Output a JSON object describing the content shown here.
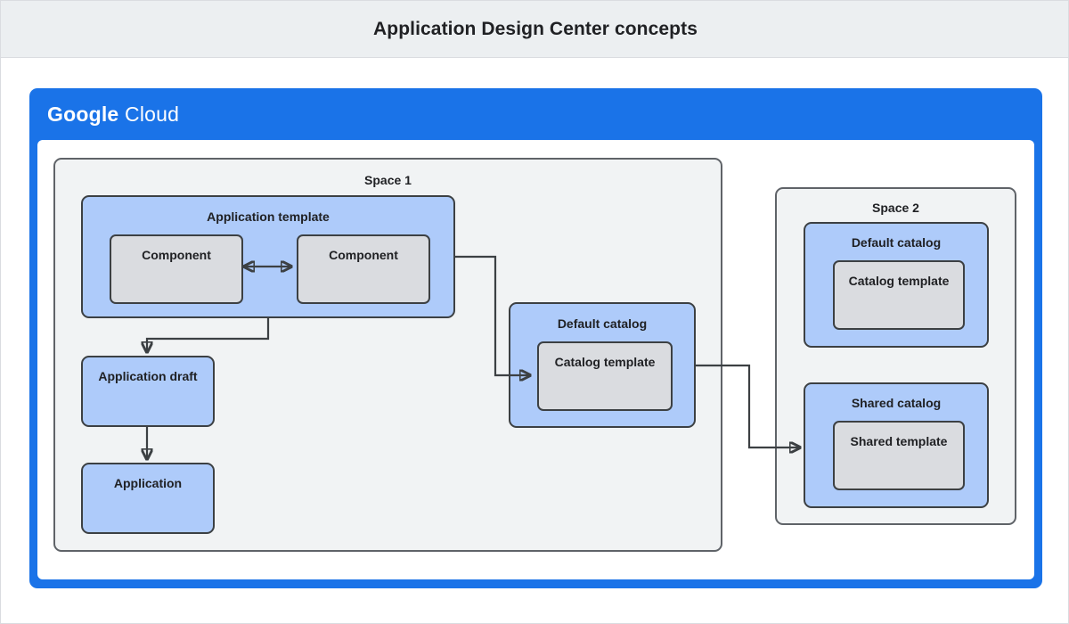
{
  "title_bar": {
    "title": "Application Design Center concepts"
  },
  "cloud_frame": {
    "logo_primary": "Google",
    "logo_secondary": "Cloud"
  },
  "colors": {
    "title_bar_bg": "#eceff1",
    "cloud_blue": "#1a73e8",
    "space_bg": "#f1f3f4",
    "blue_box": "#aecbfa",
    "grey_box": "#dadce0",
    "stroke": "#3c4043",
    "space_stroke": "#5f6368",
    "text": "#202124"
  },
  "space_1": {
    "label": "Space 1",
    "application_template": {
      "label": "Application template",
      "component_a": "Component",
      "component_b": "Component"
    },
    "application_draft": {
      "label": "Application draft"
    },
    "application": {
      "label": "Application"
    },
    "default_catalog": {
      "label": "Default catalog",
      "catalog_template": "Catalog template"
    }
  },
  "space_2": {
    "label": "Space 2",
    "default_catalog": {
      "label": "Default catalog",
      "catalog_template": "Catalog template"
    },
    "shared_catalog": {
      "label": "Shared catalog",
      "shared_template": "Shared template"
    }
  },
  "connectors": [
    {
      "name": "component-a-to-component-b",
      "type": "bidirectional"
    },
    {
      "name": "application-template-to-application-draft",
      "type": "arrow"
    },
    {
      "name": "application-draft-to-application",
      "type": "arrow"
    },
    {
      "name": "application-template-to-default-catalog",
      "type": "arrow"
    },
    {
      "name": "default-catalog-to-shared-catalog",
      "type": "arrow"
    }
  ]
}
